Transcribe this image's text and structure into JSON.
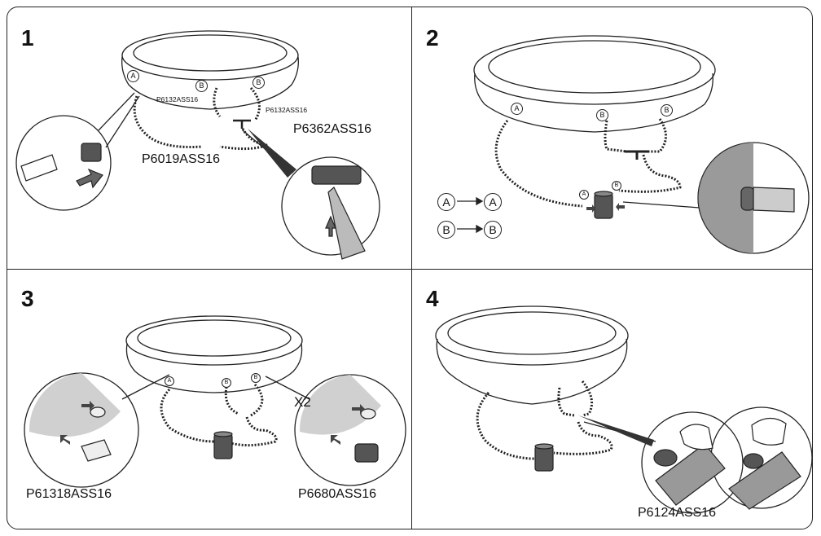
{
  "steps": [
    {
      "number": "1",
      "labels": {
        "hose": "P6019ASS16",
        "strainer_left": "P6132ASS16",
        "strainer_right": "P6132ASS16",
        "connector": "P6362ASS16"
      },
      "markers": [
        "A",
        "B",
        "B"
      ]
    },
    {
      "number": "2",
      "markers": [
        "A",
        "B",
        "B",
        "A",
        "B"
      ],
      "legend": [
        {
          "from": "A",
          "to": "A"
        },
        {
          "from": "B",
          "to": "B"
        }
      ]
    },
    {
      "number": "3",
      "labels": {
        "left_part": "P61318ASS16",
        "right_part": "P6680ASS16",
        "quantity": "X2"
      },
      "markers": [
        "A",
        "B",
        "B"
      ]
    },
    {
      "number": "4",
      "labels": {
        "clamp": "P6124ASS16"
      }
    }
  ],
  "colors": {
    "line": "#222222",
    "grey_fill": "#9a9a9a",
    "dark_fill": "#555555",
    "light_fill": "#d8d8d8"
  }
}
